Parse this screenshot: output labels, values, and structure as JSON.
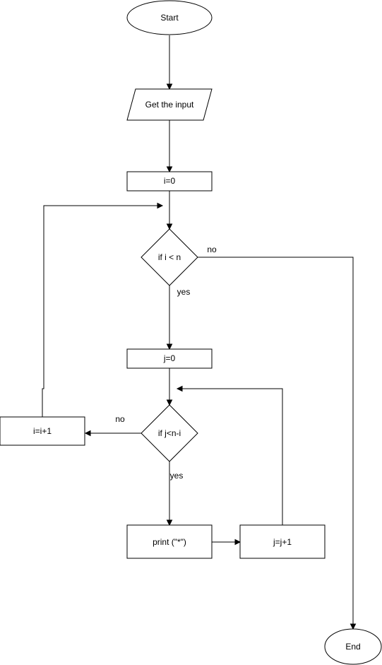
{
  "nodes": {
    "start": "Start",
    "input": "Get the input",
    "init_i": "i=0",
    "cond_i": "if i < n",
    "init_j": "j=0",
    "cond_j": "if j<n-i",
    "print": "print (\"*\")",
    "inc_j": "j=j+1",
    "inc_i": "i=i+1",
    "end": "End"
  },
  "edge_labels": {
    "cond_i_no": "no",
    "cond_i_yes": "yes",
    "cond_j_no": "no",
    "cond_j_yes": "yes"
  }
}
